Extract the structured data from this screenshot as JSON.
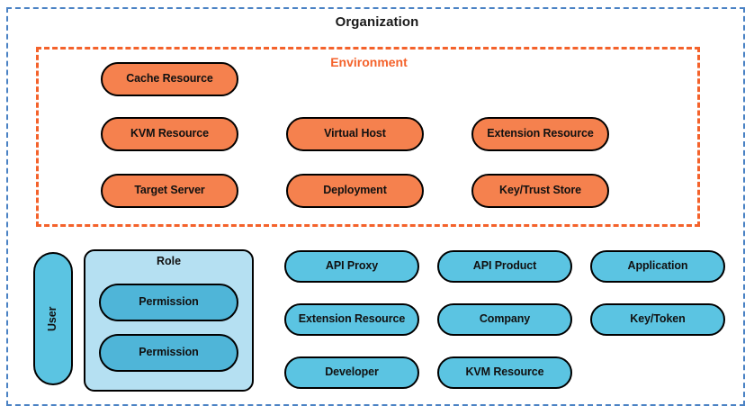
{
  "diagram": {
    "type": "nested-container-diagram",
    "outer_container": {
      "label": "Organization",
      "border_color": "#4A82C4",
      "border_style": "dashed"
    },
    "environment_container": {
      "label": "Environment",
      "border_color": "#F4622B",
      "label_color": "#F4622B",
      "border_style": "dashed"
    },
    "palette": {
      "orange_fill": "#F5814E",
      "blue_fill": "#5BC4E2",
      "mid_blue_fill": "#4FB5D8",
      "light_blue_fill": "#B5E0F2",
      "outline": "#000000",
      "title_color": "#1a1a1a"
    },
    "environment_entities": [
      {
        "label": "Cache Resource",
        "row": 1,
        "col": 1
      },
      {
        "label": "KVM Resource",
        "row": 2,
        "col": 1
      },
      {
        "label": "Virtual Host",
        "row": 2,
        "col": 2
      },
      {
        "label": "Extension Resource",
        "row": 2,
        "col": 3
      },
      {
        "label": "Target Server",
        "row": 3,
        "col": 1
      },
      {
        "label": "Deployment",
        "row": 3,
        "col": 2
      },
      {
        "label": "Key/Trust Store",
        "row": 3,
        "col": 3
      }
    ],
    "user_entity": {
      "label": "User",
      "orientation": "vertical"
    },
    "role_group": {
      "label": "Role",
      "permissions": [
        {
          "label": "Permission"
        },
        {
          "label": "Permission"
        }
      ]
    },
    "organization_entities": [
      {
        "label": "API Proxy",
        "row": 1,
        "col": 1
      },
      {
        "label": "API Product",
        "row": 1,
        "col": 2
      },
      {
        "label": "Application",
        "row": 1,
        "col": 3
      },
      {
        "label": "Extension Resource",
        "row": 2,
        "col": 1
      },
      {
        "label": "Company",
        "row": 2,
        "col": 2
      },
      {
        "label": "Key/Token",
        "row": 2,
        "col": 3
      },
      {
        "label": "Developer",
        "row": 3,
        "col": 1
      },
      {
        "label": "KVM Resource",
        "row": 3,
        "col": 2
      }
    ]
  }
}
